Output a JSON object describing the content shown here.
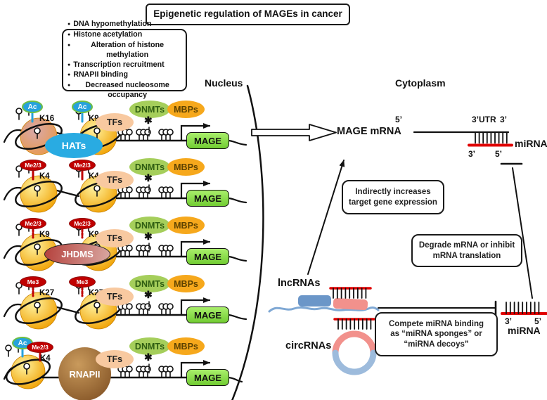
{
  "title": "Epigenetic regulation of MAGEs in cancer",
  "mechanisms": {
    "bullet": "●",
    "items": [
      "DNA hypomethylation",
      "Histone acetylation",
      "Alteration of histone methylation",
      "Transcription recruitment",
      "RNAPII binding",
      "Decreased nucleosome occupancy"
    ]
  },
  "compartments": {
    "nucleus": "Nucleus",
    "cytoplasm": "Cytoplasm"
  },
  "symbols": {
    "blocked": "✱"
  },
  "rows": [
    {
      "marks": [
        {
          "mod": "Ac",
          "site": "K16"
        },
        {
          "mod": "Ac",
          "site": "K9"
        }
      ],
      "enzyme": "HATs",
      "tfs": "TFs",
      "dnmts": "DNMTs",
      "mbps": "MBPs",
      "gene": "MAGE"
    },
    {
      "marks": [
        {
          "mod": "Me2/3",
          "site": "K4"
        },
        {
          "mod": "Me2/3",
          "site": "K4"
        }
      ],
      "tfs": "TFs",
      "dnmts": "DNMTs",
      "mbps": "MBPs",
      "gene": "MAGE"
    },
    {
      "marks": [
        {
          "mod": "Me2/3",
          "site": "K9"
        },
        {
          "mod": "Me2/3",
          "site": "K9"
        }
      ],
      "enzyme": "JHDMS",
      "tfs": "TFs",
      "dnmts": "DNMTs",
      "mbps": "MBPs",
      "gene": "MAGE"
    },
    {
      "marks": [
        {
          "mod": "Me3",
          "site": "K27"
        },
        {
          "mod": "Me3",
          "site": "K27"
        }
      ],
      "tfs": "TFs",
      "dnmts": "DNMTs",
      "mbps": "MBPs",
      "gene": "MAGE"
    },
    {
      "marks": [
        {
          "mod": "Ac",
          "site": ""
        },
        {
          "mod": "Me2/3",
          "site": "K4"
        }
      ],
      "enzyme": "RNAPII",
      "tfs": "TFs",
      "dnmts": "DNMTs",
      "mbps": "MBPs",
      "gene": "MAGE"
    }
  ],
  "mrna": {
    "label": "MAGE mRNA",
    "five_prime": "5’",
    "utr": "3’UTR",
    "three_prime": "3’",
    "mirna": "miRNA",
    "mirna_three": "3’",
    "mirna_five": "5’"
  },
  "callouts": {
    "indirect": [
      "Indirectly increases",
      "target gene expression"
    ],
    "degrade": [
      "Degrade mRNA or inhibit",
      "mRNA translation"
    ],
    "compete": [
      "Compete miRNA binding",
      "as “miRNA sponges” or",
      "“miRNA decoys”"
    ]
  },
  "ncrnas": {
    "lnc": "lncRNAs",
    "circ": "circRNAs"
  },
  "bottom_mirna": {
    "three_prime": "3’",
    "five_prime": "5’",
    "label": "miRNA"
  },
  "colors": {
    "ac_fill": "#27A2DC",
    "ac_border": "#6FBE44",
    "me_fill": "#C00000",
    "hats_fill": "#29ABE2",
    "tfs_fill": "#F8C9A0",
    "dnmts_fill": "#A5CE5B",
    "dnmts_text": "#2F5E12",
    "mbps_fill": "#F6A81C",
    "mbps_text": "#5C4100",
    "mage_top": "#A9EF6B",
    "mage_bottom": "#71CC32",
    "nucleosome_light": "#FFF2A0",
    "nucleosome_dark": "#F0A000",
    "nucleosome2_light": "#D9A9A9",
    "nucleosome2_dark": "#E8984A",
    "jhdms_left": "#B5413C",
    "jhdms_right": "#D9A8A2",
    "rnapii_light": "#C99A5C",
    "rnapii_dark": "#7A4A1E",
    "mirna_red": "#E00000",
    "lnc_blue": "#6B96C8",
    "lnc_line": "#7FA8D4",
    "lnc_pink": "#F2918C",
    "circ_blue": "#9DBBDC"
  }
}
